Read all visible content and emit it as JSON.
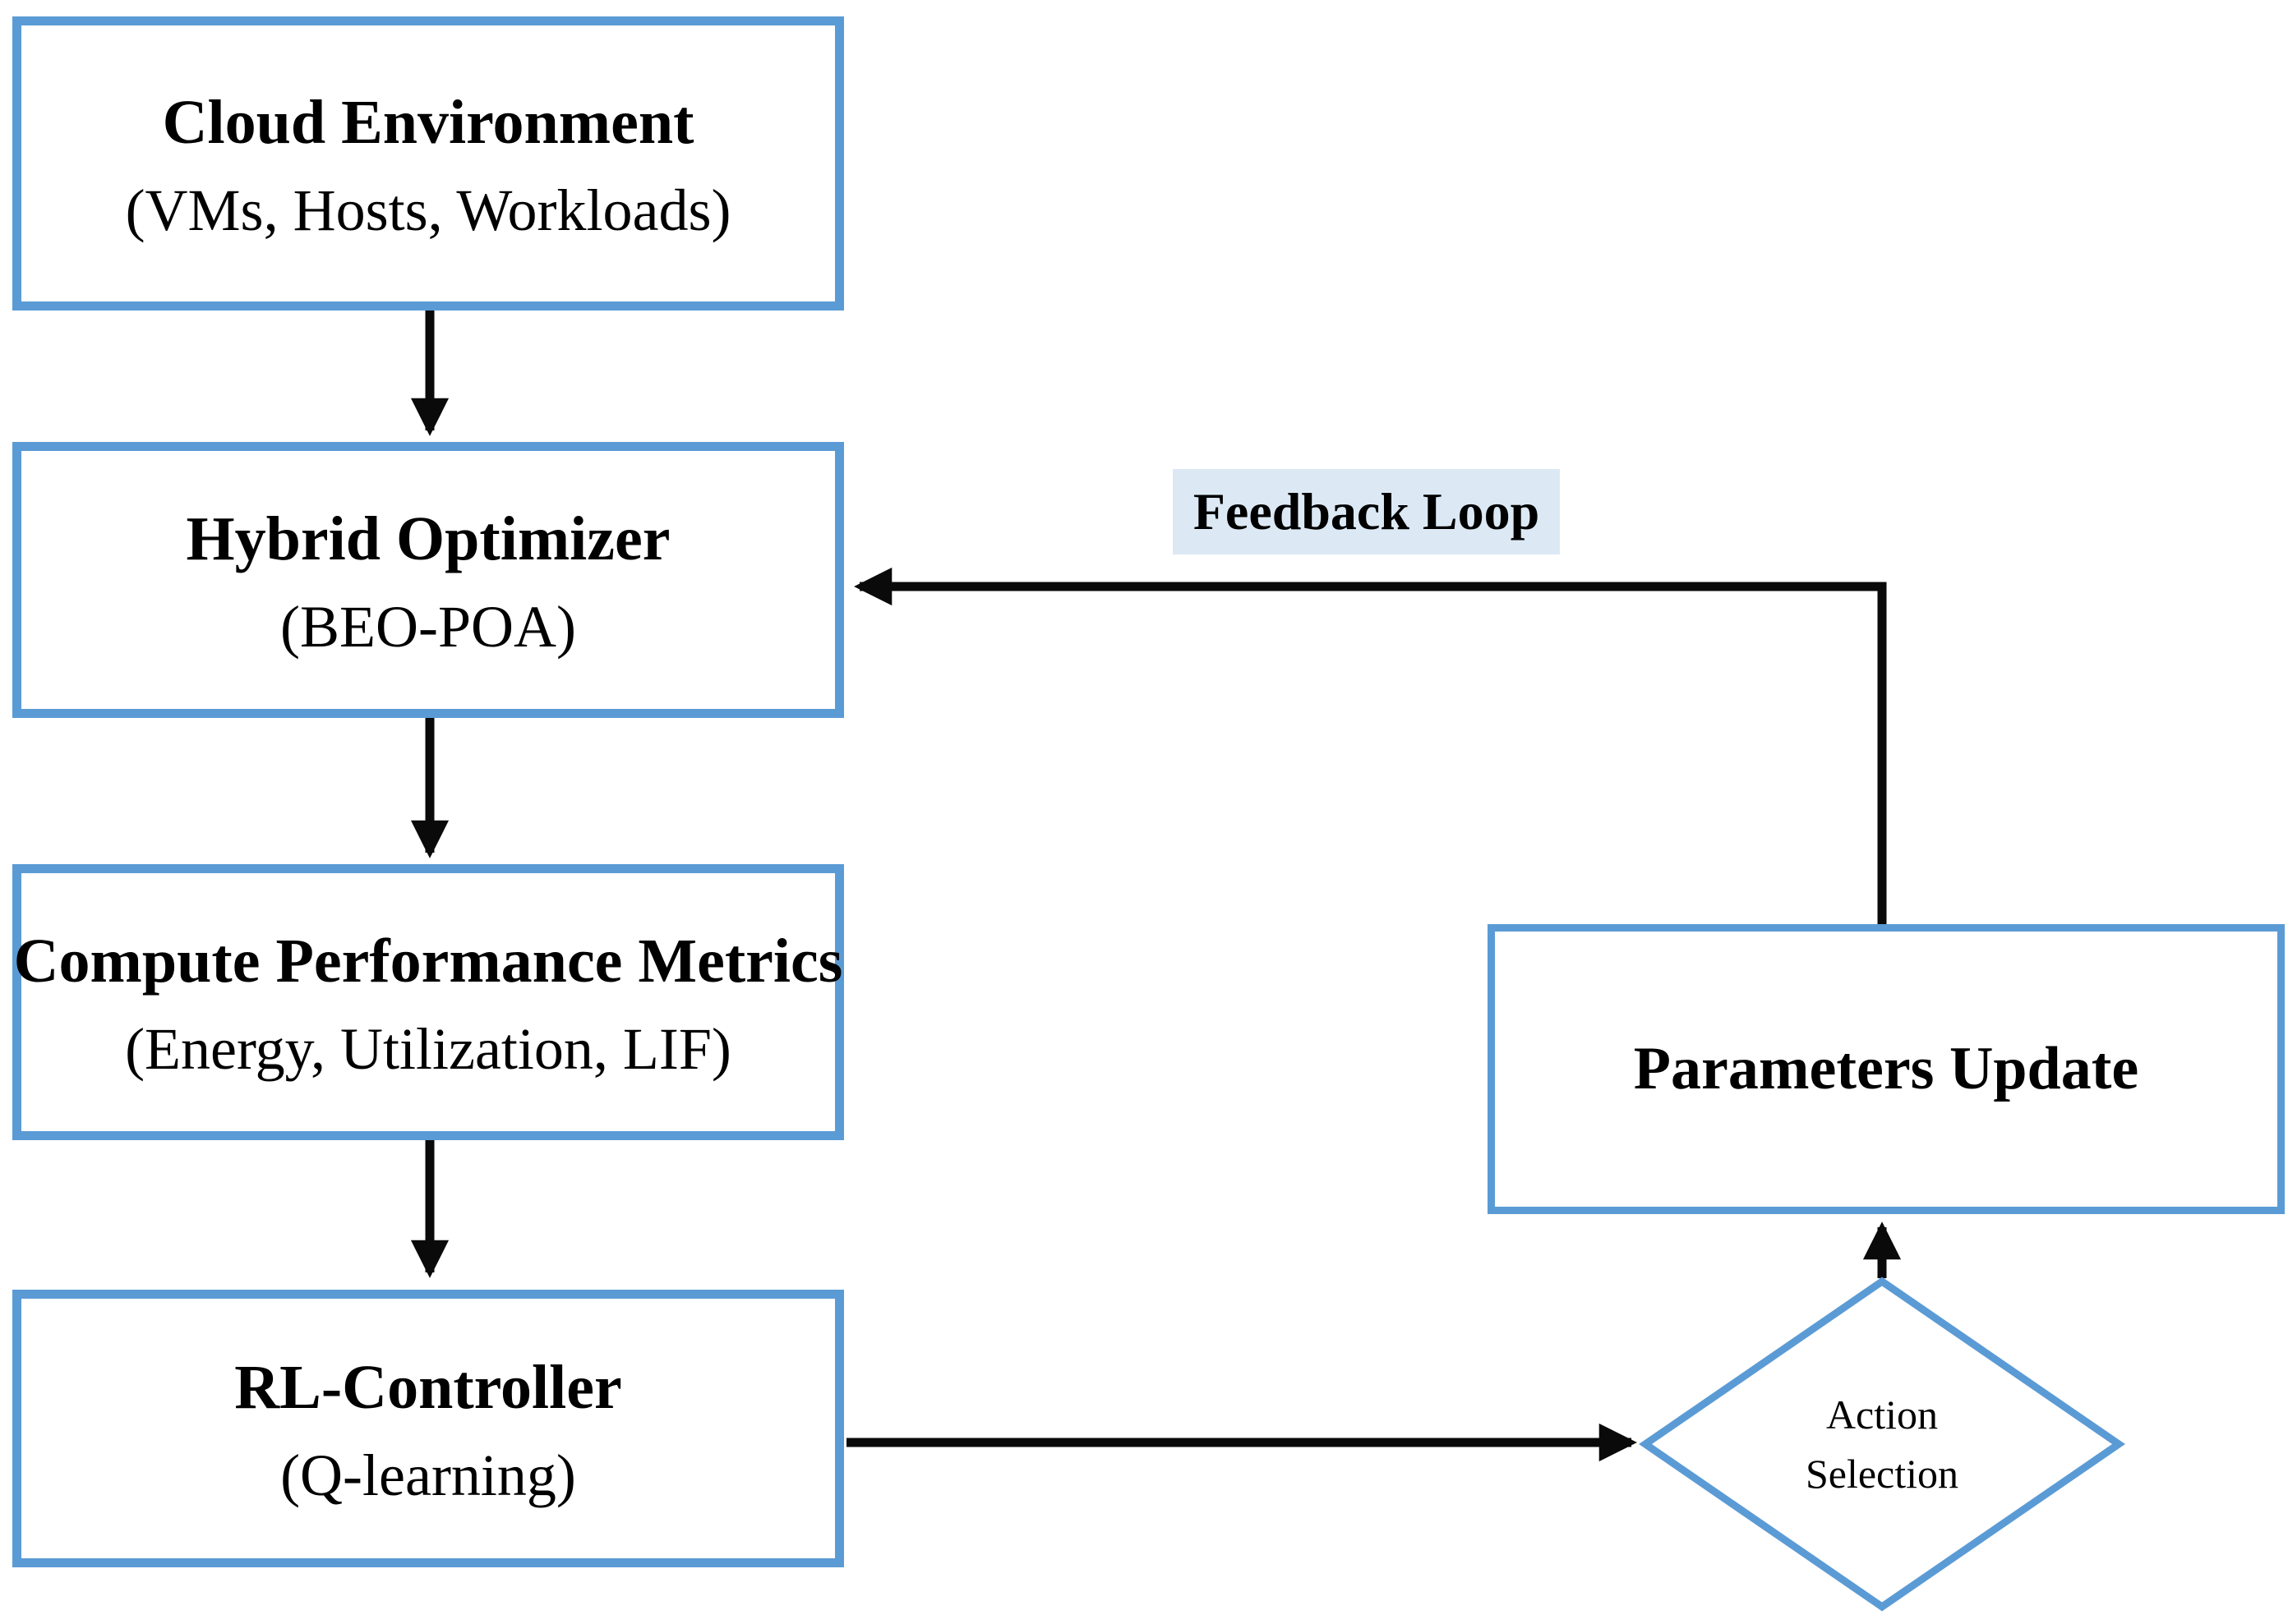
{
  "nodes": {
    "cloud_environment": {
      "title": "Cloud Environment",
      "subtitle": "(VMs, Hosts, Workloads)"
    },
    "hybrid_optimizer": {
      "title": "Hybrid Optimizer",
      "subtitle": "(BEO-POA)"
    },
    "compute_performance_metrics": {
      "title": "Compute Performance Metrics",
      "subtitle": "(Energy, Utilization, LIF)"
    },
    "rl_controller": {
      "title": "RL-Controller",
      "subtitle": "(Q-learning)"
    },
    "parameters_update": {
      "title": "Parameters Update"
    },
    "action_selection": {
      "line1": "Action",
      "line2": "Selection"
    }
  },
  "labels": {
    "feedback_loop": "Feedback Loop"
  },
  "edges": [
    {
      "from": "cloud_environment",
      "to": "hybrid_optimizer"
    },
    {
      "from": "hybrid_optimizer",
      "to": "compute_performance_metrics"
    },
    {
      "from": "compute_performance_metrics",
      "to": "rl_controller"
    },
    {
      "from": "rl_controller",
      "to": "action_selection"
    },
    {
      "from": "action_selection",
      "to": "parameters_update"
    },
    {
      "from": "parameters_update",
      "to": "hybrid_optimizer",
      "label": "Feedback Loop"
    }
  ],
  "colors": {
    "node_border": "#5B9BD5",
    "arrow": "#0A0A0A",
    "label_bg": "#DCE9F5",
    "text": "#000000",
    "canvas_bg": "#FFFFFF"
  }
}
